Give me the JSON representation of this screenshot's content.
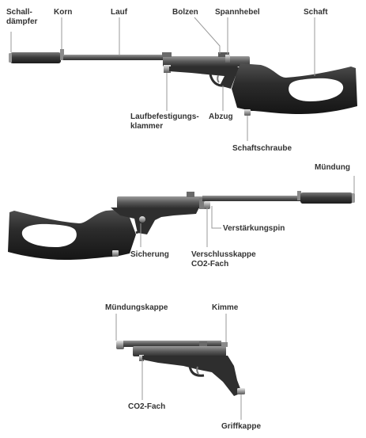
{
  "colors": {
    "metal_dark": "#3a3a3a",
    "metal_mid": "#6b6b6b",
    "metal_light": "#b9b9b9",
    "stock": "#2b2b2b",
    "leader": "#9a9a9a",
    "label": "#333333"
  },
  "figures": [
    {
      "id": "carbine-right",
      "labels": {
        "schalldaempfer": "Schall-\ndämpfer",
        "korn": "Korn",
        "lauf": "Lauf",
        "bolzen": "Bolzen",
        "spannhebel": "Spannhebel",
        "schaft": "Schaft",
        "laufbefestigungsklammer": "Laufbefestigungs-\nklammer",
        "abzug": "Abzug",
        "schaftschraube": "Schaftschraube"
      }
    },
    {
      "id": "carbine-left",
      "labels": {
        "muendung": "Mündung",
        "verstaerkungspin": "Verstärkungspin",
        "sicherung": "Sicherung",
        "verschlusskappe": "Verschlusskappe\nCO2-Fach"
      }
    },
    {
      "id": "pistol",
      "labels": {
        "muendungskappe": "Mündungskappe",
        "kimme": "Kimme",
        "co2fach": "CO2-Fach",
        "griffkappe": "Griffkappe"
      }
    }
  ]
}
